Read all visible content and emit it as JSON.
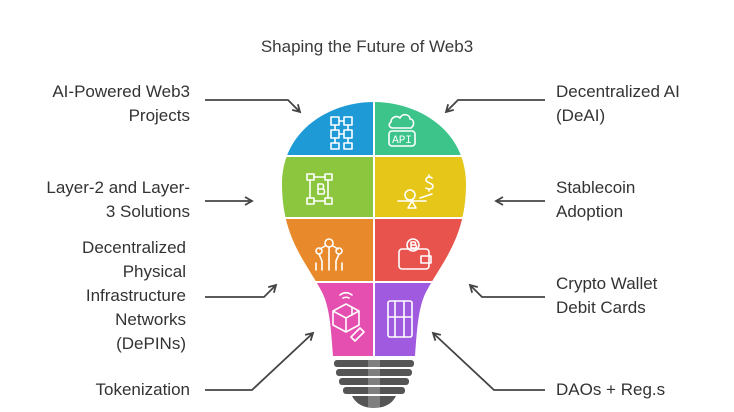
{
  "title": "Shaping the Future of Web3",
  "left_labels": [
    {
      "line1": "AI-Powered Web3",
      "line2": "Projects"
    },
    {
      "line1": "Layer-2 and Layer-",
      "line2": "3 Solutions"
    },
    {
      "line1": "Decentralized",
      "line2": "Physical",
      "line3": "Infrastructure",
      "line4": "Networks",
      "line5": "(DePINs)"
    },
    {
      "line1": "Tokenization"
    }
  ],
  "right_labels": [
    {
      "line1": "Decentralized AI",
      "line2": "(DeAI)"
    },
    {
      "line1": "Stablecoin",
      "line2": "Adoption"
    },
    {
      "line1": "Crypto Wallet",
      "line2": "Debit Cards"
    },
    {
      "line1": "DAOs + Reg.s"
    }
  ],
  "segments": [
    {
      "side": "left",
      "color": "#1e9ad6",
      "icon": "blockchain-grid-icon"
    },
    {
      "side": "right",
      "color": "#3cc48a",
      "icon": "cloud-api-icon",
      "icon_text": "API"
    },
    {
      "side": "left",
      "color": "#8cc63e",
      "icon": "bitcoin-network-icon"
    },
    {
      "side": "right",
      "color": "#e6c619",
      "icon": "scale-coins-icon"
    },
    {
      "side": "left",
      "color": "#e8892b",
      "icon": "network-hub-icon"
    },
    {
      "side": "right",
      "color": "#e8534e",
      "icon": "bitcoin-wallet-icon"
    },
    {
      "side": "left",
      "color": "#e44fb0",
      "icon": "box-signal-icon"
    },
    {
      "side": "right",
      "color": "#a05ae0",
      "icon": "document-icon"
    }
  ],
  "colors": {
    "arrow": "#444444",
    "base": "#555555",
    "icon": "#ffffff"
  }
}
